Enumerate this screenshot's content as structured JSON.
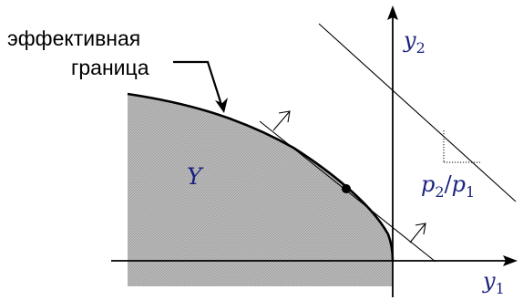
{
  "labels": {
    "frontier_line1": "эффективная",
    "frontier_line2": "граница",
    "set_symbol": "Y",
    "y_axis_base": "y",
    "y_axis_sub": "2",
    "x_axis_base": "y",
    "x_axis_sub": "1",
    "slope_num_base": "p",
    "slope_num_sub": "2",
    "slope_sep": "/",
    "slope_den_base": "p",
    "slope_den_sub": "1"
  },
  "colors": {
    "region_fill": "#b8b8b8",
    "math_text": "#1a237e",
    "lines": "#000000"
  },
  "icons": {
    "tangent_point": "filled-dot",
    "direction_arrows": "open-arrowhead",
    "slope_triangle": "dotted-right-angle"
  }
}
